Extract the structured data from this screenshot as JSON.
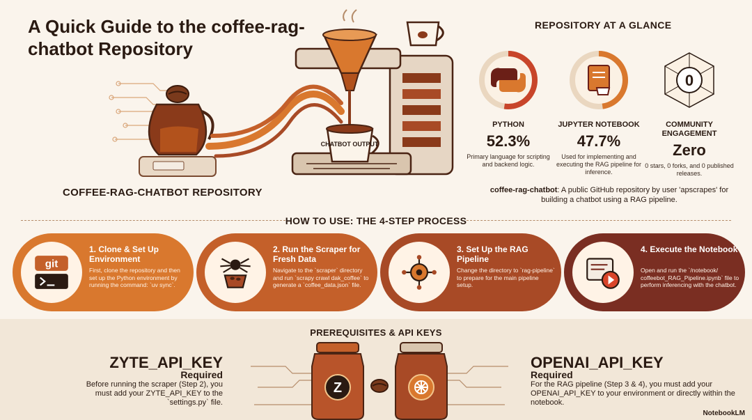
{
  "header": {
    "title": "A Quick Guide to the coffee-rag-chatbot Repository",
    "repo_label": "COFFEE-RAG-CHATBOT REPOSITORY",
    "chatbot_cup_label": "CHATBOT OUTPUT"
  },
  "glance": {
    "title": "REPOSITORY AT A GLANCE",
    "stats": [
      {
        "label": "PYTHON",
        "value": "52.3%",
        "desc": "Primary language for scripting and backend logic.",
        "fraction": 0.523
      },
      {
        "label": "JUPYTER NOTEBOOK",
        "value": "47.7%",
        "desc": "Used for implementing and executing the RAG pipeline for inference.",
        "fraction": 0.477
      },
      {
        "label": "COMMUNITY ENGAGEMENT",
        "value": "Zero",
        "desc": "0 stars, 0 forks, and 0 published releases.",
        "fraction": 0,
        "icon_text": "0"
      }
    ],
    "desc_name": "coffee-rag-chatbot",
    "desc_rest": ": A public GitHub repository by user 'apscrapes' for building a chatbot using a RAG pipeline."
  },
  "how": {
    "title": "HOW TO USE: THE 4-STEP PROCESS",
    "steps": [
      {
        "title": "1. Clone & Set Up Environment",
        "desc": "First, clone the repository and then set up the Python environment by running the command: `uv sync`.",
        "icon": "git-terminal-icon",
        "icon_text": "git",
        "color": "#d9782e"
      },
      {
        "title": "2. Run the Scraper for Fresh Data",
        "desc": "Navigate to the `scraper` directory and run `scrapy crawl dak_coffee` to generate a `coffee_data.json` file.",
        "icon": "spider-basket-icon",
        "color": "#c4602a"
      },
      {
        "title": "3. Set Up the RAG Pipeline",
        "desc": "Change the directory to `rag-pipeline` to prepare for the main pipeline setup.",
        "icon": "pipeline-gear-icon",
        "color": "#a84a26"
      },
      {
        "title": "4. Execute the Notebook",
        "desc": "Open and run the `/notebook/ coffeebot_RAG_Pipeline.ipynb` file to perform inferencing with the chatbot.",
        "icon": "notebook-play-icon",
        "color": "#7a2e22"
      }
    ]
  },
  "prereq": {
    "title": "PREREQUISITES & API KEYS",
    "zyte": {
      "key": "ZYTE_API_KEY",
      "required": "Required",
      "desc": "Before running the scraper (Step 2), you must add your ZYTE_API_KEY to the `settings.py` file.",
      "jar_letter": "Z"
    },
    "openai": {
      "key": "OPENAI_API_KEY",
      "required": "Required",
      "desc": "For the RAG pipeline (Step 3 & 4), you must add your OPENAI_API_KEY to your environment or directly within the notebook."
    }
  },
  "brand": "NotebookLM",
  "colors": {
    "dark": "#2a1a12",
    "orange": "#d9782e",
    "burnt": "#a84a26",
    "maroon": "#7a2e22",
    "cream": "#faf4ec"
  }
}
